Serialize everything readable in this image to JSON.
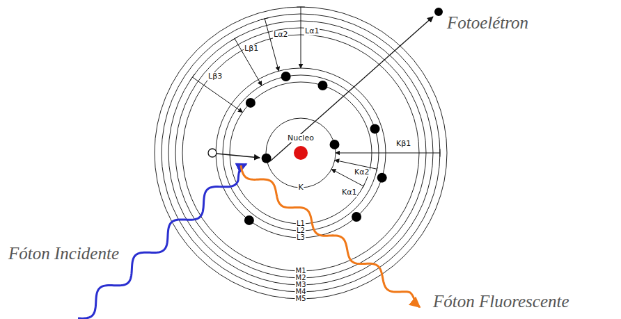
{
  "diagram": {
    "labels": [
      "Fotoelétron",
      "Lα1",
      "Lα2",
      "Lβ1",
      "Lβ3",
      "Nucleo",
      "K",
      "Kβ1",
      "Kα2",
      "Kα1",
      "L1",
      "L2",
      "L3",
      "M1",
      "M2",
      "M3",
      "M4",
      "M5",
      "Fóton Incidente",
      "Fóton Fluorescente"
    ]
  }
}
